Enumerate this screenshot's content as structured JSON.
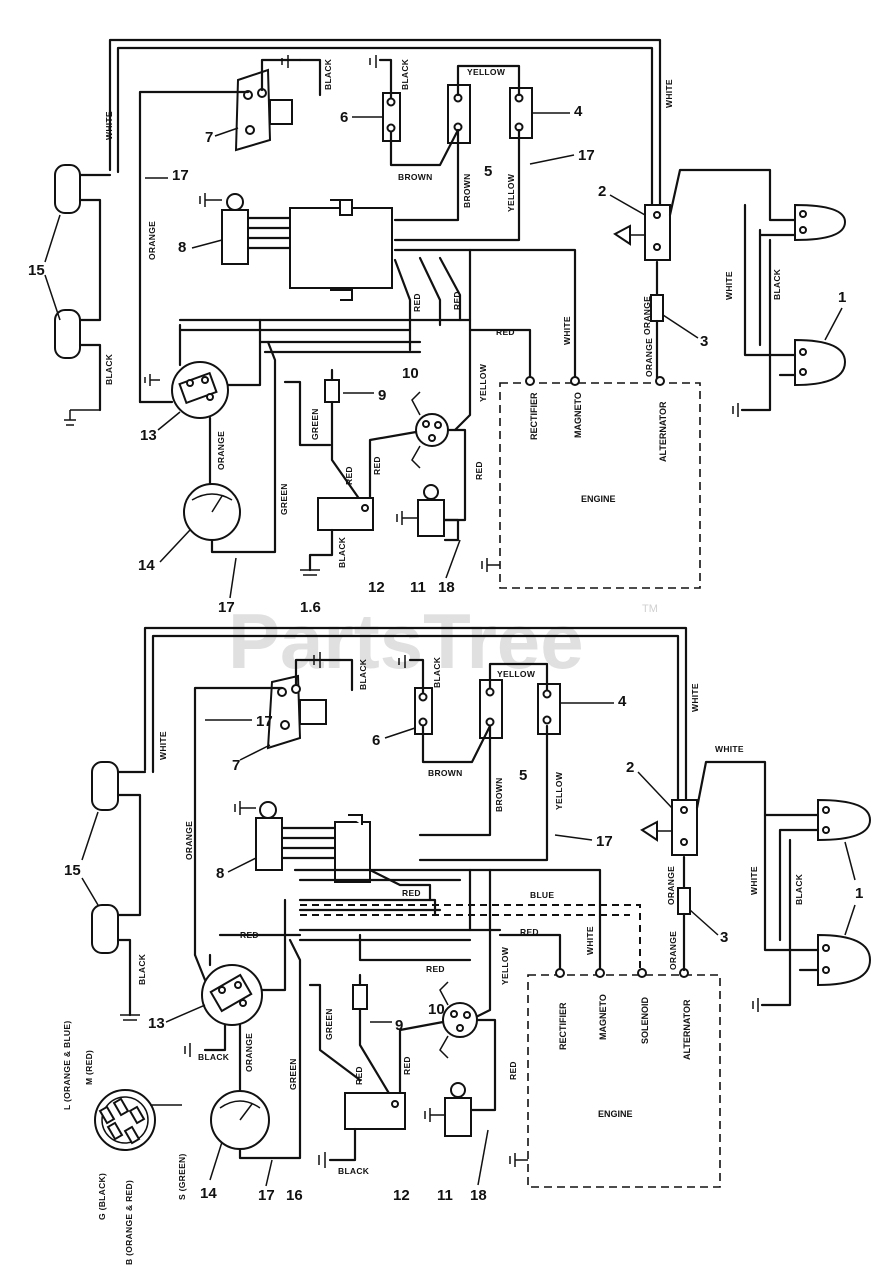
{
  "watermark": {
    "text": "PartsTree",
    "tm": "TM"
  },
  "wire_colors": {
    "white": "WHITE",
    "black": "BLACK",
    "yellow": "YELLOW",
    "brown": "BROWN",
    "orange": "ORANGE",
    "green": "GREEN",
    "red": "RED",
    "blue": "BLUE"
  },
  "engine": {
    "label": "ENGINE",
    "rectifier": "RECTIFIER",
    "magneto": "MAGNETO",
    "solenoid": "SOLENOID",
    "alternator": "ALTERNATOR"
  },
  "callouts": {
    "n1": "1",
    "n2": "2",
    "n3": "3",
    "n4": "4",
    "n5": "5",
    "n6": "6",
    "n7": "7",
    "n8": "8",
    "n9": "9",
    "n10": "10",
    "n11": "11",
    "n12": "12",
    "n13": "13",
    "n14": "14",
    "n15": "15",
    "n16": "16",
    "n16b": "1.6",
    "n17": "17",
    "n18": "18"
  },
  "ignition_key_terminals": {
    "L": "L (ORANGE & BLUE)",
    "M": "M (RED)",
    "S": "S (GREEN)",
    "G": "G (BLACK)",
    "B": "B (ORANGE & RED)"
  }
}
